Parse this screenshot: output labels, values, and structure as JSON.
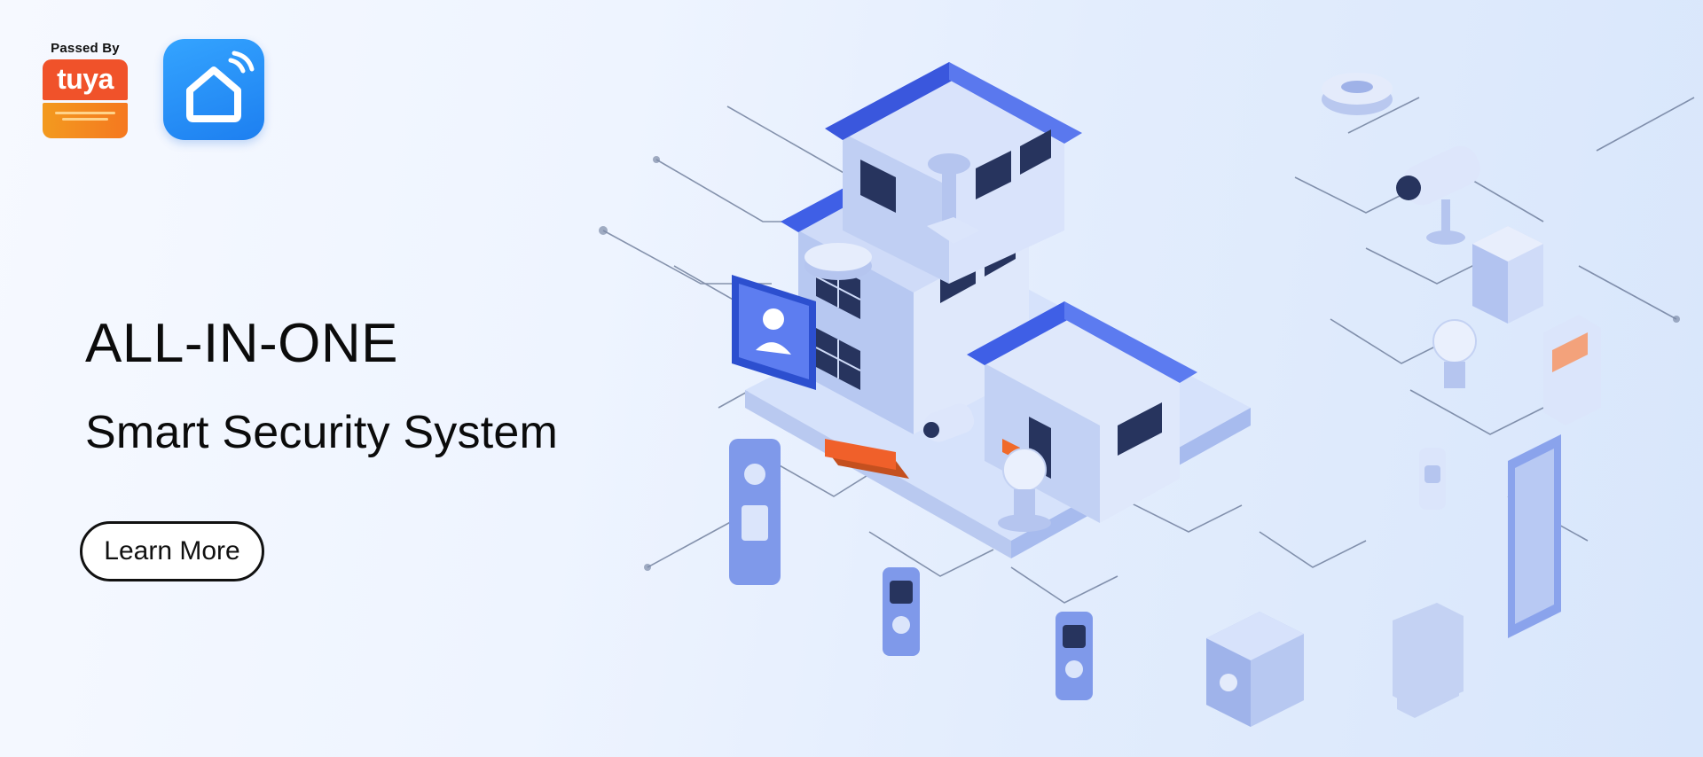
{
  "badge": {
    "passed_by": "Passed By",
    "brand": "tuya",
    "brand_color": "#f0522a",
    "accent_color": "#f5781f"
  },
  "app_icon": {
    "icon": "smart-home-icon",
    "color": "#1d7ff0"
  },
  "hero": {
    "headline": "ALL-IN-ONE",
    "subhead": "Smart  Security System",
    "cta_label": "Learn More"
  },
  "illustration": {
    "primary_color": "#4a6cf0",
    "roof_color": "#3f5fe6",
    "devices": [
      "smoke-detector-icon",
      "security-camera-icon",
      "hub-icon",
      "light-bulb-icon",
      "wall-switch-icon",
      "door-sensor-icon",
      "door-icon",
      "keypad-icon",
      "safe-icon",
      "smart-lock-icon",
      "video-doorbell-icon",
      "tablet-icon"
    ]
  }
}
